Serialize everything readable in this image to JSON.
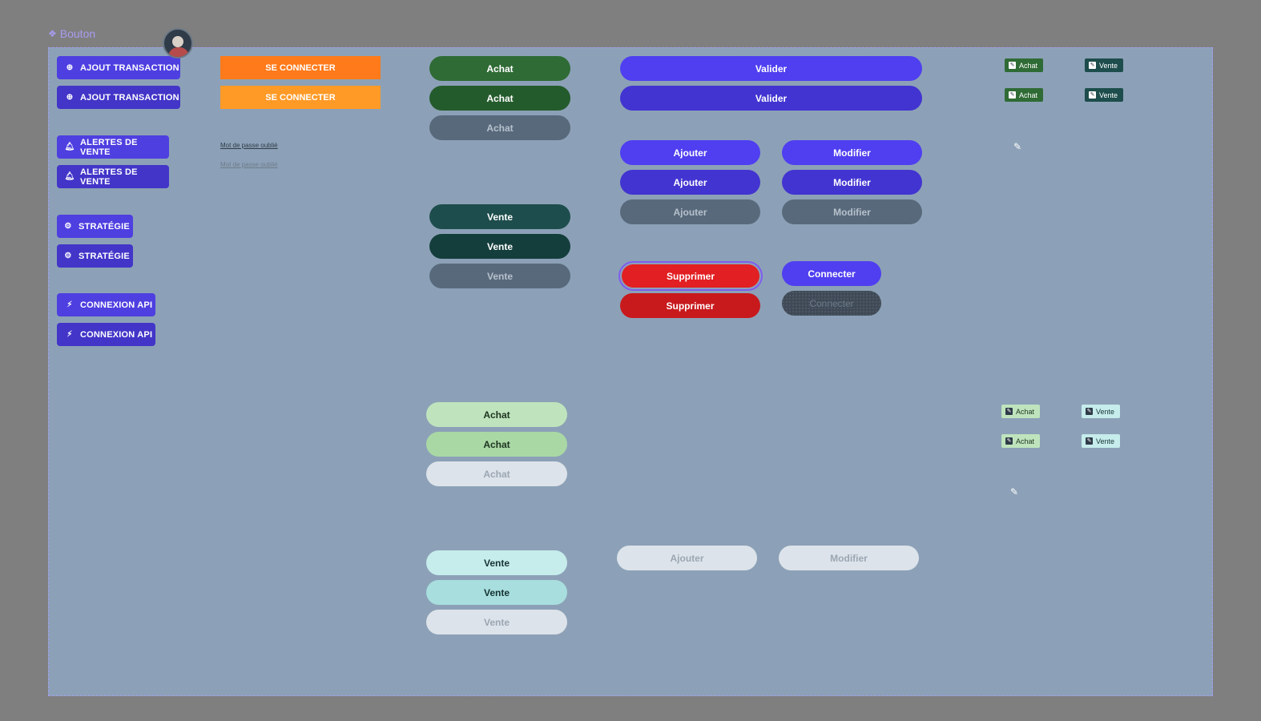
{
  "frame": {
    "label": "Bouton",
    "label_color": "#a79cf0",
    "background": "#8ca1b7"
  },
  "icons": {
    "component": "component-icon",
    "plus_circle": "plus-circle-icon",
    "bell": "bell-icon",
    "gear": "gear-icon",
    "plug": "plug-icon",
    "pencil": "pencil-icon",
    "edit_square": "edit-square-icon"
  },
  "left_column": {
    "ajout_transaction": "AJOUT TRANSACTION",
    "alertes_de_vente": "ALERTES DE VENTE",
    "strategie": "STRATÉGIE",
    "connexion_api": "CONNEXION API"
  },
  "login": {
    "se_connecter": "SE CONNECTER",
    "forgot_password": "Mot de passe oublié"
  },
  "trade_buttons": {
    "achat": "Achat",
    "vente": "Vente"
  },
  "action_buttons": {
    "valider": "Valider",
    "ajouter": "Ajouter",
    "modifier": "Modifier",
    "supprimer": "Supprimer",
    "connecter": "Connecter"
  },
  "tags": {
    "achat": "Achat",
    "vente": "Vente"
  },
  "colors": {
    "indigo": "#4e3fe0",
    "orange": "#ff7a1a",
    "achat_green": "#2f6b35",
    "vente_teal": "#1d4d4c",
    "danger_red": "#e21f22",
    "selection_purple": "#7f5df0"
  }
}
